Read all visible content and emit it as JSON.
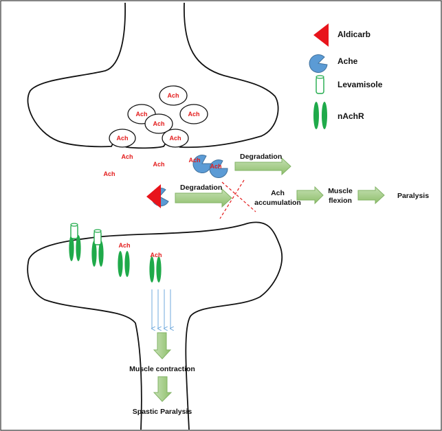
{
  "colors": {
    "aldicarb": "#e8141b",
    "ache": "#5b9bd5",
    "receptor": "#1faa4a",
    "arrow_fill": "#a9d18e",
    "arrow_stroke": "#82b366",
    "ach_text": "#e31b1b",
    "cross": "#e31b1b",
    "signal_arrow": "#6fa8dc"
  },
  "legend": {
    "aldicarb": "Aldicarb",
    "ache": "Ache",
    "levamisole": "Levamisole",
    "nachr": "nAchR"
  },
  "vesicle_label": "Ach",
  "free_ach_label": "Ach",
  "bound_ach_label": "Ach",
  "receptor_ach_label": "Ach",
  "labels": {
    "degradation_top": "Degradation",
    "degradation_mid": "Degradation",
    "ach_accumulation_line1": "Ach",
    "ach_accumulation_line2": "accumulation",
    "muscle_flexion_line1": "Muscle",
    "muscle_flexion_line2": "flexion",
    "paralysis": "Paralysis",
    "muscle_contraction": "Muscle contraction",
    "spastic_paralysis": "Spastic Paralysis"
  }
}
